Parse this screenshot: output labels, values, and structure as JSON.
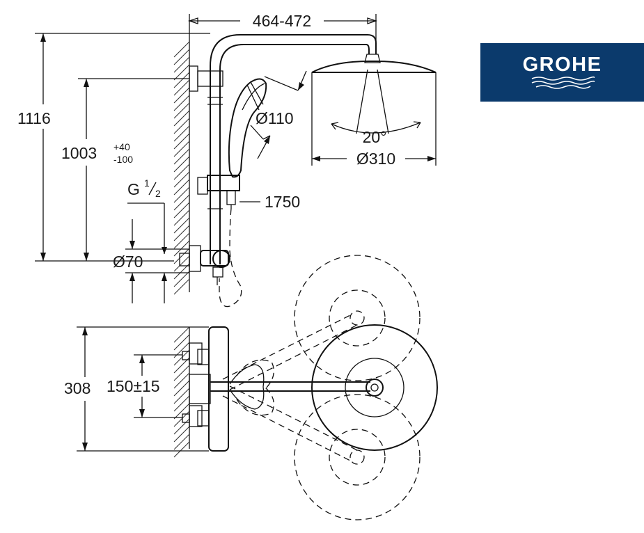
{
  "brand": {
    "name": "GROHE",
    "background": "#0b3a6c",
    "foreground": "#ffffff"
  },
  "dimensions": {
    "arm_projection": "464-472",
    "overall_height": "1116",
    "head_height": "1003",
    "head_height_tol_plus": "+40",
    "head_height_tol_minus": "-100",
    "thread_prefix": "G",
    "thread_num": "1",
    "thread_den": "2",
    "escutcheon_diameter": "Ø70",
    "hand_shower_diameter": "Ø110",
    "overhead_angle": "20°",
    "overhead_diameter": "Ø310",
    "hose_length": "1750",
    "mixer_height": "308",
    "inlet_centres": "150±15"
  },
  "colors": {
    "line": "#111111",
    "hatch": "#333333"
  }
}
